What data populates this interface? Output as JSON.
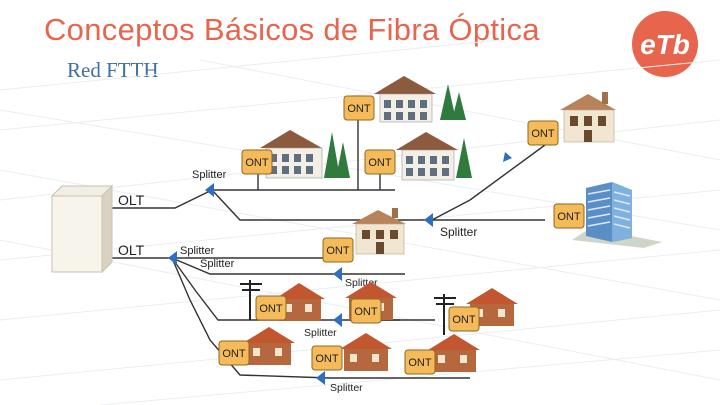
{
  "slide": {
    "title": "Conceptos Básicos de Fibra Óptica",
    "subtitle": "Red FTTH"
  },
  "logo": {
    "text": "eTb",
    "color": "#e8654d",
    "icon": "etb-logo"
  },
  "diagram": {
    "olt_labels": [
      "OLT",
      "OLT"
    ],
    "splitter_labels": [
      "Splitter",
      "Splitter",
      "Splitter",
      "Splitter",
      "Splitter",
      "Splitter",
      "Splitter"
    ],
    "ont_labels": [
      "ONT",
      "ONT",
      "ONT",
      "ONT",
      "ONT",
      "ONT",
      "ONT",
      "ONT",
      "ONT",
      "ONT",
      "ONT"
    ],
    "colors": {
      "ont_fill": "#f5bb5a",
      "ont_border": "#8a6a20",
      "splitter_arrow": "#2e6fc0",
      "line": "#333333",
      "title": "#e8654d",
      "subtitle": "#3f6fa3"
    }
  }
}
